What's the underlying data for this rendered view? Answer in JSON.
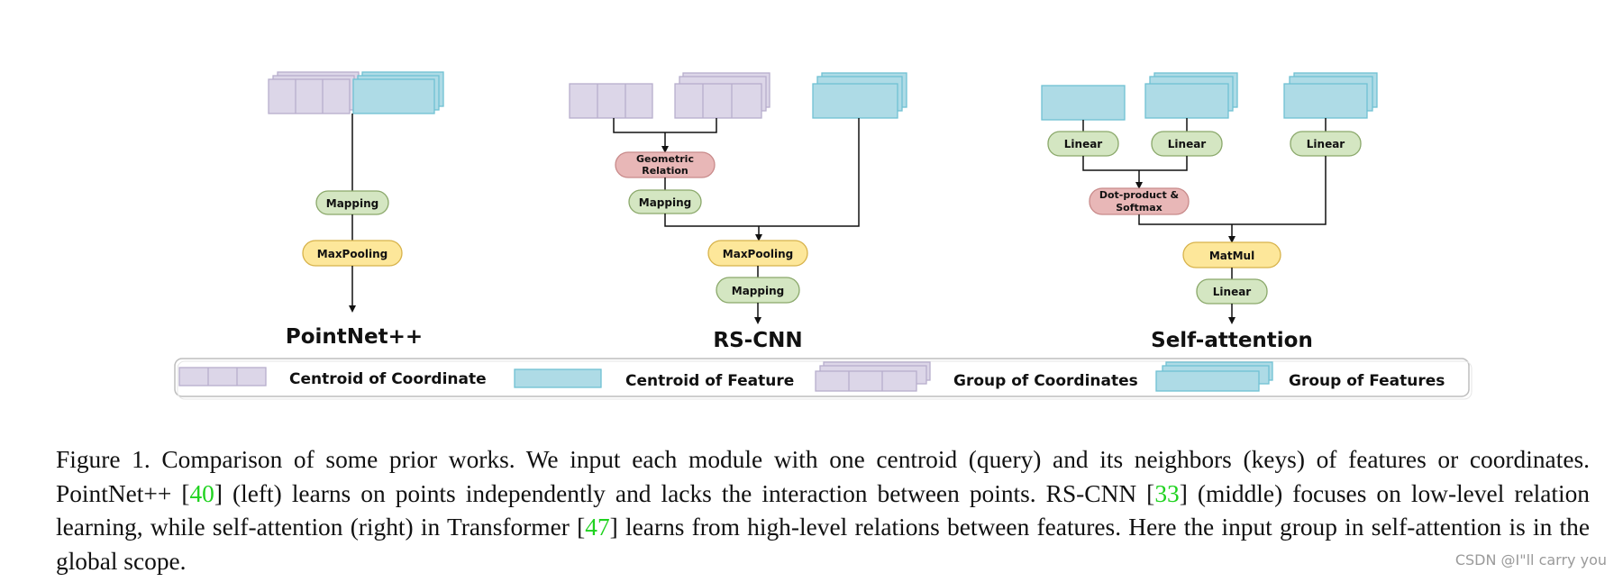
{
  "colors": {
    "coord_fill": "#dcd6e8",
    "coord_stroke": "#b7adcd",
    "feat_fill": "#aedbe6",
    "feat_stroke": "#6fc1d3",
    "green_fill": "#d4e6c2",
    "green_stroke": "#8aa86a",
    "pink_fill": "#e8b7b7",
    "pink_stroke": "#c88a8a",
    "yellow_fill": "#fde79a",
    "yellow_stroke": "#d7b24a",
    "ref_link": "#1fd21f"
  },
  "diagram": {
    "pointnet": {
      "title": "PointNet++",
      "mapping": "Mapping",
      "maxpooling": "MaxPooling"
    },
    "rscnn": {
      "title": "RS-CNN",
      "geo_line1": "Geometric",
      "geo_line2": "Relation",
      "mapping_top": "Mapping",
      "maxpooling": "MaxPooling",
      "mapping_bottom": "Mapping"
    },
    "selfattn": {
      "title": "Self-attention",
      "linear_1": "Linear",
      "linear_2": "Linear",
      "linear_3": "Linear",
      "dot_line1": "Dot-product &",
      "dot_line2": "Softmax",
      "matmul": "MatMul",
      "linear_bottom": "Linear"
    },
    "legend": {
      "centroid_coord": "Centroid of Coordinate",
      "centroid_feat": "Centroid of Feature",
      "group_coords": "Group of Coordinates",
      "group_feats": "Group of Features"
    }
  },
  "caption": {
    "part1": "Figure 1. Comparison of some prior works.  We input each module with one centroid (query) and its neighbors (keys) of features or coordinates.  PointNet++ [",
    "ref1": "40",
    "part2": "] (left) learns on points independently and lacks the interaction between points.  RS-CNN [",
    "ref2": "33",
    "part3": "] (middle) focuses on low-level relation learning, while self-attention (right) in Transformer [",
    "ref3": "47",
    "part4": "] learns from high-level relations between features. Here the input group in self-attention is in the global scope."
  },
  "watermark": "CSDN @I\"ll  carry  you"
}
